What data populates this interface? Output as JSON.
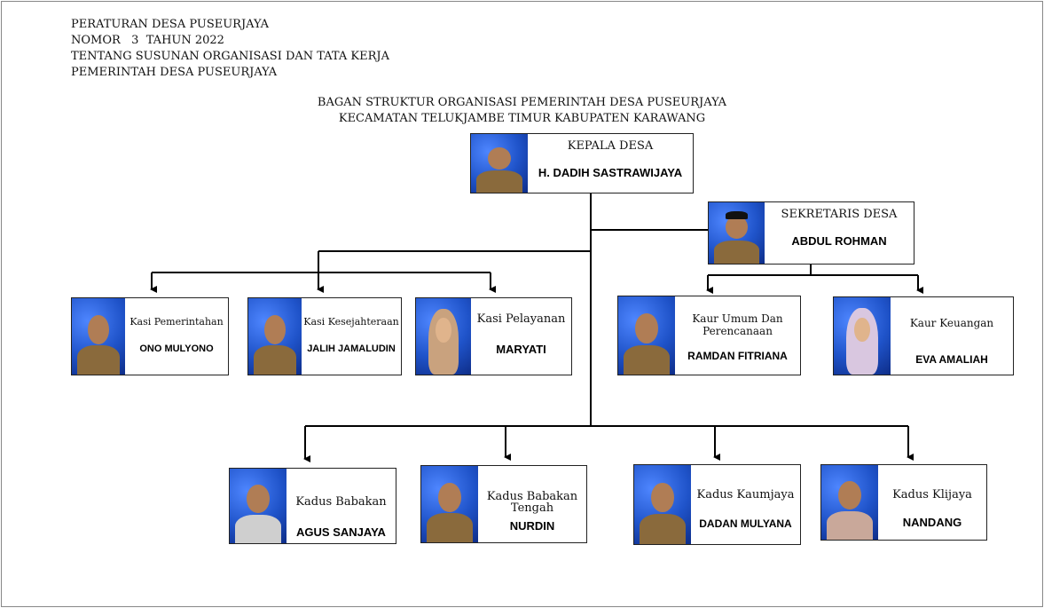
{
  "header": {
    "line1": "PERATURAN DESA PUSEURJAYA",
    "line2": "NOMOR   3  TAHUN 2022",
    "line3": "TENTANG SUSUNAN ORGANISASI DAN TATA KERJA",
    "line4": "PEMERINTAH DESA PUSEURJAYA"
  },
  "title": {
    "line1": "BAGAN STRUKTUR ORGANISASI PEMERINTAH DESA PUSEURJAYA",
    "line2": "KECAMATAN TELUKJAMBE TIMUR KABUPATEN KARAWANG"
  },
  "nodes": {
    "kepala": {
      "role": "KEPALA DESA",
      "name": "H. DADIH SASTRAWIJAYA"
    },
    "sekretaris": {
      "role": "SEKRETARIS DESA",
      "name": "ABDUL ROHMAN"
    },
    "kasi_pemerintahan": {
      "role": "Kasi Pemerintahan",
      "name": "ONO MULYONO"
    },
    "kasi_kesejahteraan": {
      "role": "Kasi Kesejahteraan",
      "name": "JALIH JAMALUDIN"
    },
    "kasi_pelayanan": {
      "role": "Kasi Pelayanan",
      "name": "MARYATI"
    },
    "kaur_umum": {
      "role_line1": "Kaur Umum Dan",
      "role_line2": "Perencanaan",
      "name": "RAMDAN FITRIANA"
    },
    "kaur_keuangan": {
      "role": "Kaur Keuangan",
      "name": "EVA AMALIAH"
    },
    "kadus_babakan": {
      "role": "Kadus Babakan",
      "name": "AGUS SANJAYA"
    },
    "kadus_babakan_tengah": {
      "role_line1": "Kadus Babakan",
      "role_line2": "Tengah",
      "name": "NURDIN"
    },
    "kadus_kaumjaya": {
      "role": "Kadus Kaumjaya",
      "name": "DADAN MULYANA"
    },
    "kadus_klijaya": {
      "role": "Kadus Klijaya",
      "name": "NANDANG"
    }
  },
  "colors": {
    "photo_bg": "#1f53c9",
    "line": "#000000"
  }
}
